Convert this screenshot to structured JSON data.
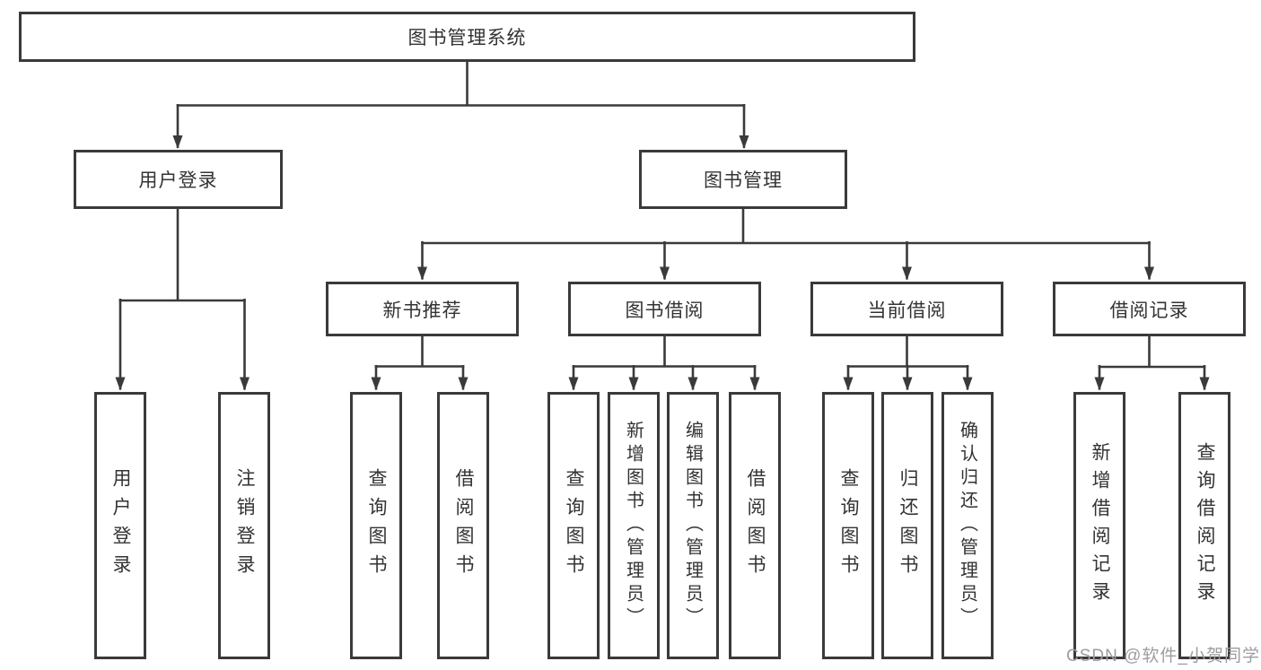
{
  "diagram": {
    "type": "hierarchy-tree",
    "root": {
      "label": "图书管理系统"
    },
    "children": [
      {
        "label": "用户登录",
        "children": [
          {
            "label": "用户登录"
          },
          {
            "label": "注销登录"
          }
        ]
      },
      {
        "label": "图书管理",
        "children": [
          {
            "label": "新书推荐",
            "children": [
              {
                "label": "查询图书"
              },
              {
                "label": "借阅图书"
              }
            ]
          },
          {
            "label": "图书借阅",
            "children": [
              {
                "label": "查询图书"
              },
              {
                "label": "新增图书（管理员）"
              },
              {
                "label": "编辑图书（管理员）"
              },
              {
                "label": "借阅图书"
              }
            ]
          },
          {
            "label": "当前借阅",
            "children": [
              {
                "label": "查询图书"
              },
              {
                "label": "归还图书"
              },
              {
                "label": "确认归还（管理员）"
              }
            ]
          },
          {
            "label": "借阅记录",
            "children": [
              {
                "label": "新增借阅记录"
              },
              {
                "label": "查询借阅记录"
              }
            ]
          }
        ]
      }
    ]
  },
  "watermark": {
    "text": "CSDN @软件_小贺同学"
  },
  "colors": {
    "line": "#3a3a3a",
    "text": "#333333",
    "background": "#ffffff",
    "watermark": "#9d9da1"
  }
}
